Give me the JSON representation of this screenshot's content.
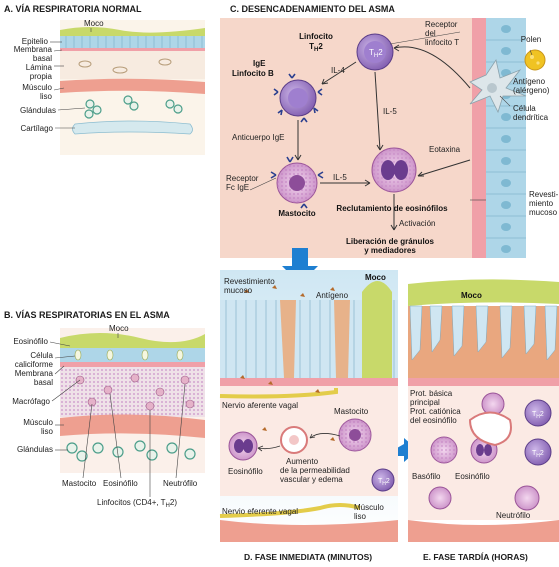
{
  "panel_a": {
    "title": "A. VÍA RESPIRATORIA NORMAL",
    "labels": {
      "moco": "Moco",
      "epitelio": "Epitelio",
      "membrana_basal_1": "Membrana",
      "membrana_basal_2": "basal",
      "lamina_1": "Lámina",
      "lamina_2": "propia",
      "musculo_1": "Músculo",
      "musculo_2": "liso",
      "glandulas": "Glándulas",
      "cartilago": "Cartílago"
    }
  },
  "panel_b": {
    "title": "B. VÍAS RESPIRATORIAS EN EL ASMA",
    "labels": {
      "moco": "Moco",
      "eosinofilo": "Eosinófilo",
      "celula_1": "Célula",
      "celula_2": "caliciforme",
      "membrana_1": "Membrana",
      "membrana_2": "basal",
      "macrofago": "Macrófago",
      "musculo_1": "Músculo",
      "musculo_2": "liso",
      "glandulas": "Glándulas",
      "mastocito": "Mastocito",
      "eosinofilo_2": "Eosinófilo",
      "neutrofilo": "Neutrófilo",
      "linfocitos": "Linfocitos (CD4+, T",
      "linfocitos_sub": "H",
      "linfocitos_end": "2)"
    }
  },
  "panel_c": {
    "title": "C. DESENCADENAMIENTO DEL ASMA",
    "labels": {
      "linfocito_1": "Linfocito",
      "linfocito_t": "T",
      "linfocito_sub": "H",
      "linfocito_end": "2",
      "th2_cell_t": "T",
      "th2_cell_sub": "H",
      "th2_cell_end": "2",
      "receptor_1": "Receptor",
      "receptor_2": "del",
      "receptor_3": "linfocito T",
      "polen": "Polen",
      "antigeno_1": "Antígeno",
      "antigeno_2": "(alérgeno)",
      "celula_1": "Célula",
      "celula_2": "dendrítica",
      "ige": "IgE",
      "linfocito_b": "Linfocito B",
      "il4": "IL-4",
      "il5_a": "IL-5",
      "il5_b": "IL-5",
      "anticuerpo": "Anticuerpo IgE",
      "receptor_fc_1": "Receptor",
      "receptor_fc_2": "Fc IgE",
      "mastocito": "Mastocito",
      "eotaxina": "Eotaxina",
      "reclutamiento": "Reclutamiento de eosinófilos",
      "activacion": "Activación",
      "liberacion_1": "Liberación de gránulos",
      "liberacion_2": "y mediadores",
      "revest_1": "Revesti-",
      "revest_2": "miento",
      "revest_3": "mucoso"
    }
  },
  "panel_d": {
    "title": "D. FASE INMEDIATA (MINUTOS)",
    "labels": {
      "revest_1": "Revestimiento",
      "revest_2": "mucoso",
      "antigeno": "Antígeno",
      "moco": "Moco",
      "nervio_aferente": "Nervio aferente vagal",
      "mastocito": "Mastocito",
      "eosinofilo": "Eosinófilo",
      "aumento_1": "Aumento",
      "aumento_2": "de la permeabilidad",
      "aumento_3": "vascular y edema",
      "nervio_eferente": "Nervio eferente vagal",
      "musculo_1": "Músculo",
      "musculo_2": "liso",
      "th2_t": "T",
      "th2_sub": "H",
      "th2_end": "2"
    }
  },
  "panel_e": {
    "title": "E. FASE TARDÍA (HORAS)",
    "labels": {
      "moco": "Moco",
      "prot_1": "Prot. básica",
      "prot_2": "principal",
      "prot_3": "Prot. catiónica",
      "prot_4": "del eosinófilo",
      "basofilo": "Basófilo",
      "eosinofilo": "Eosinófilo",
      "neutrofilo": "Neutrófilo",
      "th2_a_t": "T",
      "th2_a_sub": "H",
      "th2_a_end": "2",
      "th2_b_t": "T",
      "th2_b_sub": "H",
      "th2_b_end": "2"
    }
  },
  "colors": {
    "mucus": "#c8d96a",
    "epithelium": "#aed6e8",
    "basement": "#f0a0a8",
    "lamina": "#f7ebe0",
    "muscle": "#ee9f90",
    "gland": "#e9f2ea",
    "cartilage": "#d5e9ee",
    "cell_purple": "#8a62b8",
    "arrow_blue": "#1e7fd1",
    "panel_c_bg": "#f6d7ca",
    "ige_blue": "#2a3f8f"
  }
}
